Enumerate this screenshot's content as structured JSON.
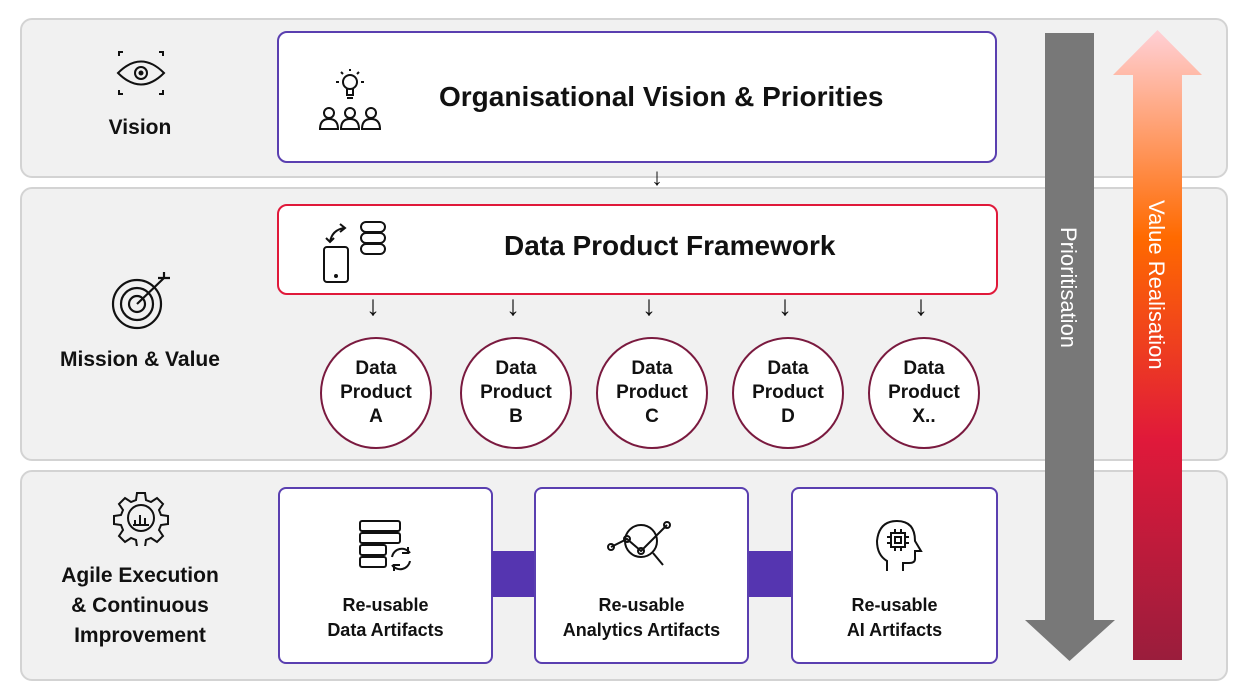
{
  "rows": {
    "vision": "Vision",
    "mission": "Mission & Value",
    "agile": "Agile Execution\n& Continuous\nImprovement"
  },
  "vision_box": {
    "title": "Organisational Vision & Priorities"
  },
  "framework_box": {
    "title": "Data Product Framework"
  },
  "products": [
    "Data\nProduct\nA",
    "Data\nProduct\nB",
    "Data\nProduct\nC",
    "Data\nProduct\nD",
    "Data\nProduct\nX.."
  ],
  "artifacts": [
    "Re-usable\nData Artifacts",
    "Re-usable\nAnalytics Artifacts",
    "Re-usable\nAI Artifacts"
  ],
  "arrows": {
    "prioritisation": "Prioritisation",
    "value": "Value Realisation"
  },
  "colors": {
    "purple": "#5535b0",
    "red": "#e0193a",
    "gray": "#787878"
  }
}
